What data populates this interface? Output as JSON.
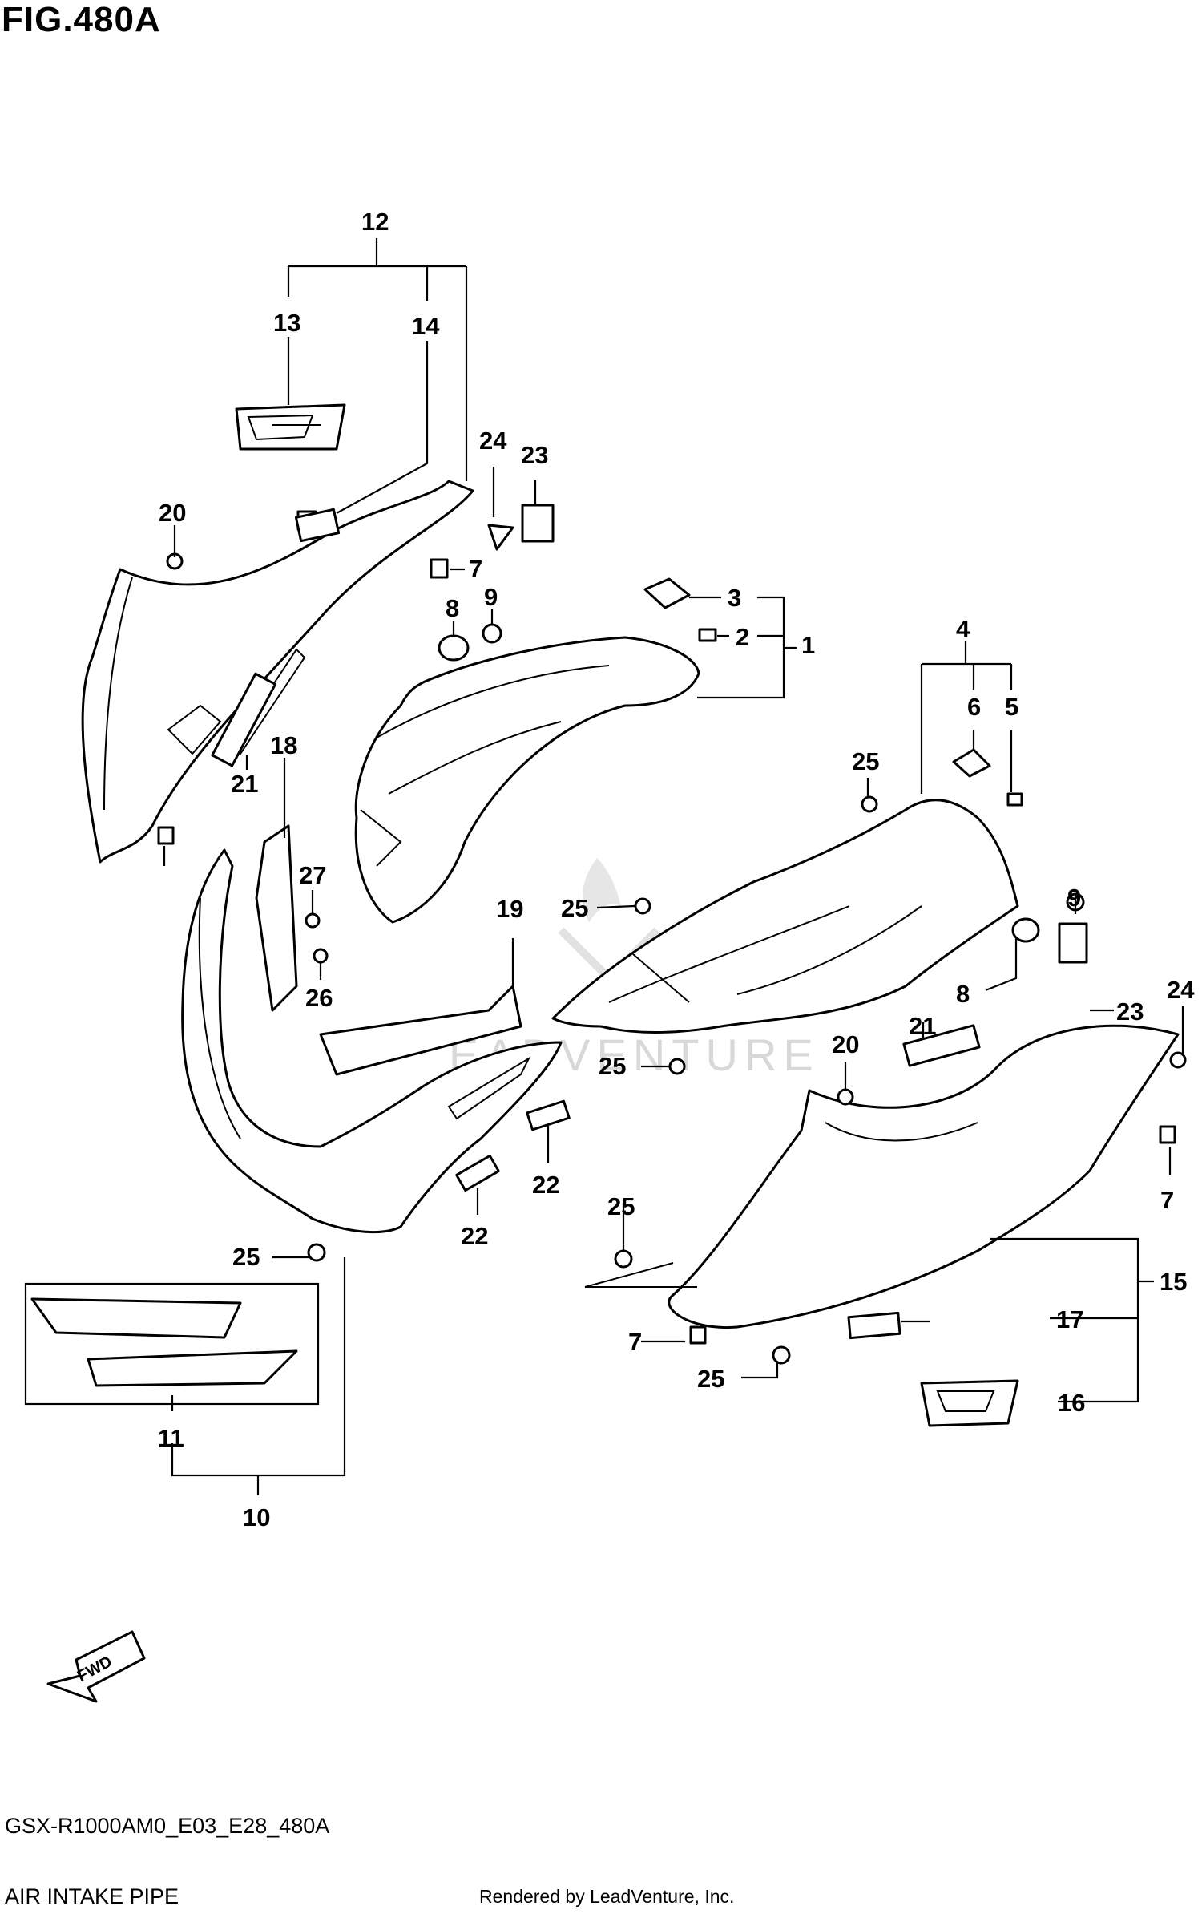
{
  "figure": {
    "title": "FIG.480A",
    "model_code": "GSX-R1000AM0_E03_E28_480A",
    "section_name": "AIR INTAKE PIPE",
    "rendered_by": "Rendered by LeadVenture, Inc.",
    "watermark": "EADVENTURE"
  },
  "fwd_label": "FWD",
  "callouts": [
    "12",
    "13",
    "14",
    "24",
    "23",
    "20",
    "7",
    "8",
    "9",
    "3",
    "2",
    "1",
    "21",
    "18",
    "27",
    "26",
    "19",
    "25",
    "4",
    "6",
    "5",
    "25",
    "9",
    "8",
    "23",
    "24",
    "21",
    "20",
    "25",
    "22",
    "22",
    "7",
    "25",
    "15",
    "25",
    "17",
    "7",
    "25",
    "16",
    "11",
    "10"
  ],
  "icons": [
    "fwd-arrow-icon",
    "gsx-r-logo-decal-icon",
    "watermark-logo-icon"
  ]
}
